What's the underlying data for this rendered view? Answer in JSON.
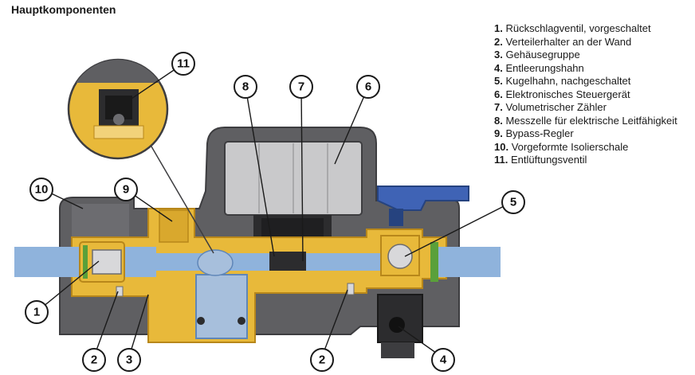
{
  "title": "Hauptkomponenten",
  "legend": [
    {
      "num": "1.",
      "text": "Rückschlagventil, vorgeschaltet"
    },
    {
      "num": "2.",
      "text": "Verteilerhalter an der Wand"
    },
    {
      "num": "3.",
      "text": "Gehäusegruppe"
    },
    {
      "num": "4.",
      "text": "Entleerungshahn"
    },
    {
      "num": "5.",
      "text": "Kugelhahn, nachgeschaltet"
    },
    {
      "num": "6.",
      "text": "Elektronisches Steuergerät"
    },
    {
      "num": "7.",
      "text": "Volumetrischer Zähler"
    },
    {
      "num": "8.",
      "text": "Messzelle für elektrische Leitfähigkeit"
    },
    {
      "num": "9.",
      "text": "Bypass-Regler"
    },
    {
      "num": "10.",
      "text": "Vorgeformte Isolierschale"
    },
    {
      "num": "11.",
      "text": "Entlüftungsventil"
    }
  ],
  "callouts": [
    "1",
    "2",
    "3",
    "4",
    "5",
    "6",
    "7",
    "8",
    "9",
    "10",
    "11",
    "2"
  ],
  "colors": {
    "brass": "#e8b93a",
    "brass_dark": "#b8871a",
    "insulation": "#5f5f62",
    "insulation_dark": "#3d3d40",
    "control_unit": "#c9c9cb",
    "water": "#8fb3dc",
    "water_dark": "#5f86b8",
    "handle": "#3f63b5",
    "seal": "#5aa03a"
  }
}
